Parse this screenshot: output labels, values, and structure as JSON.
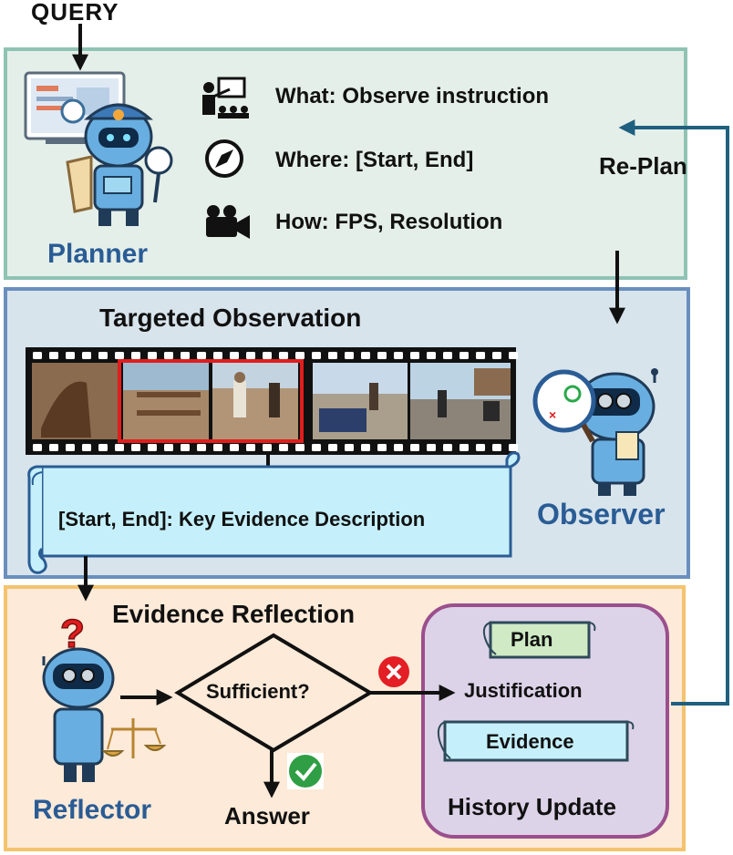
{
  "query": "QUERY",
  "planner": {
    "label": "Planner",
    "what": "What: Observe instruction",
    "where": "Where: [Start, End]",
    "how": "How:  FPS, Resolution",
    "icons": [
      "teacher-board-icon",
      "compass-icon",
      "video-camera-icon"
    ]
  },
  "replan": "Re-Plan",
  "observation": {
    "title": "Targeted Observation",
    "scroll_text": "[Start, End]: Key Evidence Description",
    "observer_label": "Observer",
    "frames": [
      "horses-frame",
      "corral-frame",
      "cowboy-frame",
      "street-frame",
      "riders-frame"
    ]
  },
  "reflection": {
    "title": "Evidence Reflection",
    "decision": "Sufficient?",
    "answer": "Answer",
    "reflector_label": "Reflector",
    "history": {
      "plan": "Plan",
      "justification": "Justification",
      "evidence": "Evidence",
      "title": "History Update"
    }
  },
  "colors": {
    "planner_bg": "#e5efe9",
    "planner_border": "#8fc3b3",
    "observation_bg": "#d8e4ec",
    "observation_border": "#6a8fbd",
    "reflection_bg": "#fdead8",
    "reflection_border": "#f4c36f",
    "history_bg": "#ddd3e8",
    "history_border": "#9b4f8d",
    "label_blue": "#2a5c95",
    "scroll_fill": "#c5f0fb",
    "plan_fill": "#cfeac4",
    "arrow_replan": "#1f5f80",
    "highlight_red": "#e11d1d"
  }
}
